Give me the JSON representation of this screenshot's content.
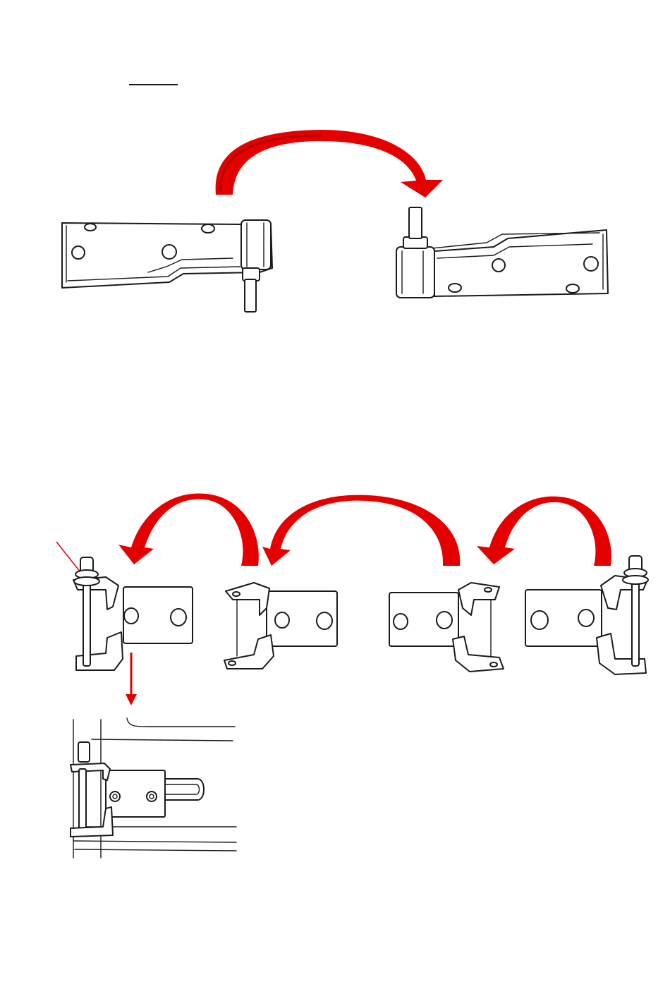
{
  "heading_underline": "",
  "colors": {
    "accent": "#e50000",
    "accent_dark": "#b30000",
    "line": "#1a1a1a",
    "background": "#ffffff"
  },
  "figure1": {
    "parts": [
      "door-hinge-left-original",
      "door-hinge-right-swapped"
    ],
    "arrow": "swap-arrow"
  },
  "figure2": {
    "parts": [
      "hinge-bracket-1",
      "hinge-bracket-2",
      "hinge-bracket-3",
      "hinge-bracket-4"
    ],
    "arrows": [
      "swap-arrow-a",
      "swap-arrow-b",
      "swap-arrow-c"
    ],
    "detail": "installed-hinge-detail"
  }
}
